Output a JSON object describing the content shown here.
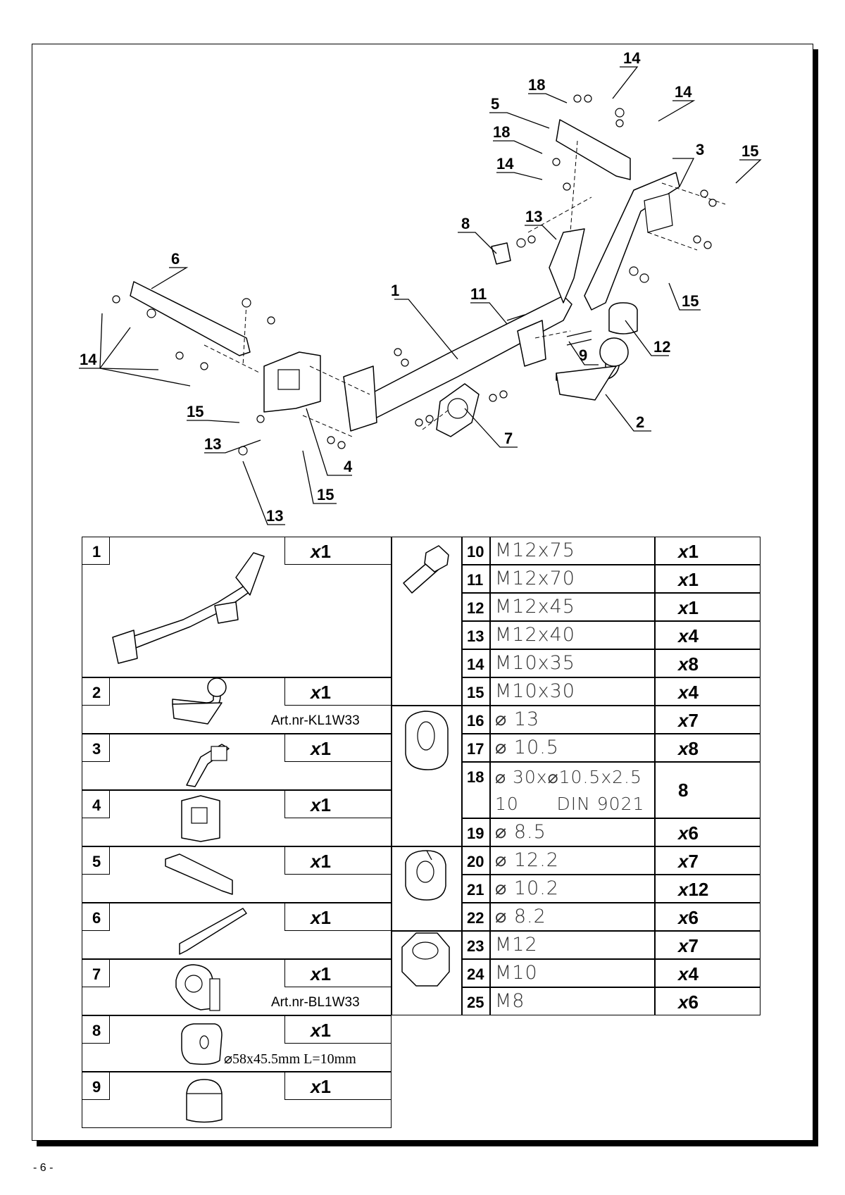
{
  "callouts": [
    "1",
    "2",
    "3",
    "4",
    "5",
    "6",
    "7",
    "8",
    "9",
    "11",
    "12",
    "13",
    "13",
    "13",
    "14",
    "14",
    "14",
    "14",
    "15",
    "15",
    "15",
    "15",
    "18",
    "18"
  ],
  "left_parts": [
    {
      "no": "1",
      "qty_x": "x",
      "qty_n": "1",
      "note": ""
    },
    {
      "no": "2",
      "qty_x": "x",
      "qty_n": "1",
      "note": "Art.nr-KL1W33"
    },
    {
      "no": "3",
      "qty_x": "x",
      "qty_n": "1",
      "note": ""
    },
    {
      "no": "4",
      "qty_x": "x",
      "qty_n": "1",
      "note": ""
    },
    {
      "no": "5",
      "qty_x": "x",
      "qty_n": "1",
      "note": ""
    },
    {
      "no": "6",
      "qty_x": "x",
      "qty_n": "1",
      "note": ""
    },
    {
      "no": "7",
      "qty_x": "x",
      "qty_n": "1",
      "note": "Art.nr-BL1W33"
    },
    {
      "no": "8",
      "qty_x": "x",
      "qty_n": "1",
      "note": "⌀58x45.5mm L=10mm"
    },
    {
      "no": "9",
      "qty_x": "x",
      "qty_n": "1",
      "note": ""
    }
  ],
  "right_parts": [
    {
      "no": "10",
      "spec": "M12x75",
      "qty_x": "x",
      "qty_n": "1"
    },
    {
      "no": "11",
      "spec": "M12x70",
      "qty_x": "x",
      "qty_n": "1"
    },
    {
      "no": "12",
      "spec": "M12x45",
      "qty_x": "x",
      "qty_n": "1"
    },
    {
      "no": "13",
      "spec": "M12x40",
      "qty_x": "x",
      "qty_n": "4"
    },
    {
      "no": "14",
      "spec": "M10x35",
      "qty_x": "x",
      "qty_n": "8"
    },
    {
      "no": "15",
      "spec": "M10x30",
      "qty_x": "x",
      "qty_n": "4"
    },
    {
      "no": "16",
      "spec": "⌀ 13",
      "qty_x": "x",
      "qty_n": "7"
    },
    {
      "no": "17",
      "spec": "⌀ 10.5",
      "qty_x": "x",
      "qty_n": "8"
    },
    {
      "no": "18",
      "spec": "⌀ 30x⌀10.5x2.5",
      "spec2": "10      DIN 9021",
      "qty_x": "",
      "qty_n": "8"
    },
    {
      "no": "19",
      "spec": "⌀ 8.5",
      "qty_x": "x",
      "qty_n": "6"
    },
    {
      "no": "20",
      "spec": "⌀ 12.2",
      "qty_x": "x",
      "qty_n": "7"
    },
    {
      "no": "21",
      "spec": "⌀ 10.2",
      "qty_x": "x",
      "qty_n": "12"
    },
    {
      "no": "22",
      "spec": "⌀ 8.2",
      "qty_x": "x",
      "qty_n": "6"
    },
    {
      "no": "23",
      "spec": "M12",
      "qty_x": "x",
      "qty_n": "7"
    },
    {
      "no": "24",
      "spec": "M10",
      "qty_x": "x",
      "qty_n": "4"
    },
    {
      "no": "25",
      "spec": "M8",
      "qty_x": "x",
      "qty_n": "6"
    }
  ],
  "page_number": "- 6 -"
}
